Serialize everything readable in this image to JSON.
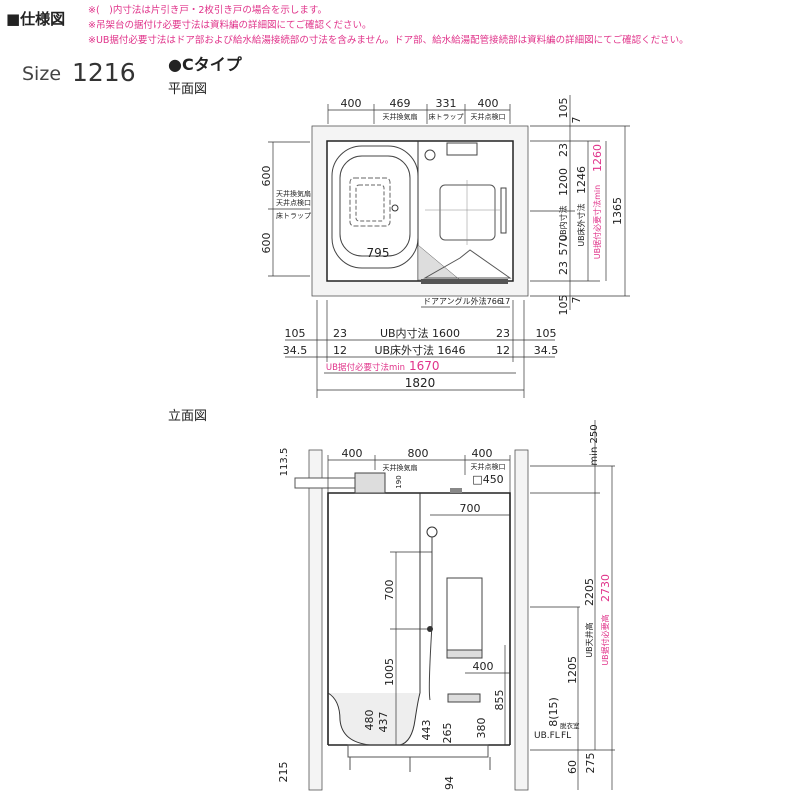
{
  "header": {
    "title": "■仕様図",
    "notes": [
      "※(　)内寸法は片引き戸・2枚引き戸の場合を示します。",
      "※吊架台の据付け必要寸法は資料編の詳細図にてご確認ください。",
      "※UB据付必要寸法はドア部および給水給湯接続部の寸法を含みません。ドア部、給水給湯配管接続部は資料編の詳細図にてご確認ください。"
    ],
    "note_color": "#e0338a"
  },
  "size": {
    "label": "Size",
    "value": "1216"
  },
  "type_label": "●Cタイプ",
  "plan": {
    "title": "平面図",
    "top_dims": [
      "400",
      "469",
      "331",
      "400"
    ],
    "top_labels": [
      "天井換気扇",
      "床トラップ",
      "天井点検口"
    ],
    "left_dims": [
      "600",
      "600"
    ],
    "left_labels": [
      "天井換気扇",
      "天井点検口",
      "床トラップ"
    ],
    "tub_width": "795",
    "right_dims": {
      "top_wall": "105",
      "top_gap": "7",
      "top_23": "23",
      "inner_label": "UB内寸法",
      "inner": "1200",
      "floor_label": "UB床外寸法",
      "floor": "1246",
      "install_label": "UB据付必要寸法min",
      "install": "1260",
      "total": "1365",
      "mid": "570",
      "bottom_23": "23",
      "bottom_wall": "105",
      "bottom_gap": "7"
    },
    "door_label": "ドアアングル外法766",
    "door_extra": "17",
    "bottom_rows": {
      "r1": [
        "105",
        "23",
        "UB内寸法 1600",
        "23",
        "105"
      ],
      "r2": [
        "34.5",
        "12",
        "UB床外寸法 1646",
        "12",
        "34.5"
      ],
      "install_label": "UB据付必要寸法min",
      "install": "1670",
      "total": "1820"
    }
  },
  "elevation": {
    "title": "立面図",
    "top_dims": [
      "400",
      "800",
      "400"
    ],
    "fan_label": "天井換気扇",
    "hatch_label": "天井点検口",
    "hatch_size": "□450",
    "dims": {
      "top_offset": "113.5",
      "fan_h": "190",
      "shower_w": "700",
      "rod_upper": "700",
      "rod_lower": "1005",
      "shelf_w": "400",
      "shelf_h": "855",
      "tub_480": "480",
      "tub_437": "437",
      "d443": "443",
      "d265": "265",
      "d380": "380",
      "base": "215",
      "d94": "94",
      "min250": "min 250",
      "ceiling_label": "UB天井高",
      "ceiling": "2205",
      "install_label": "UB据付必要高",
      "install": "2730",
      "d1205": "1205",
      "step": "8(15)",
      "ubfl": "UB.FL",
      "dressing": "脱衣室",
      "fl": "FL",
      "d60": "60",
      "d275": "275"
    }
  }
}
